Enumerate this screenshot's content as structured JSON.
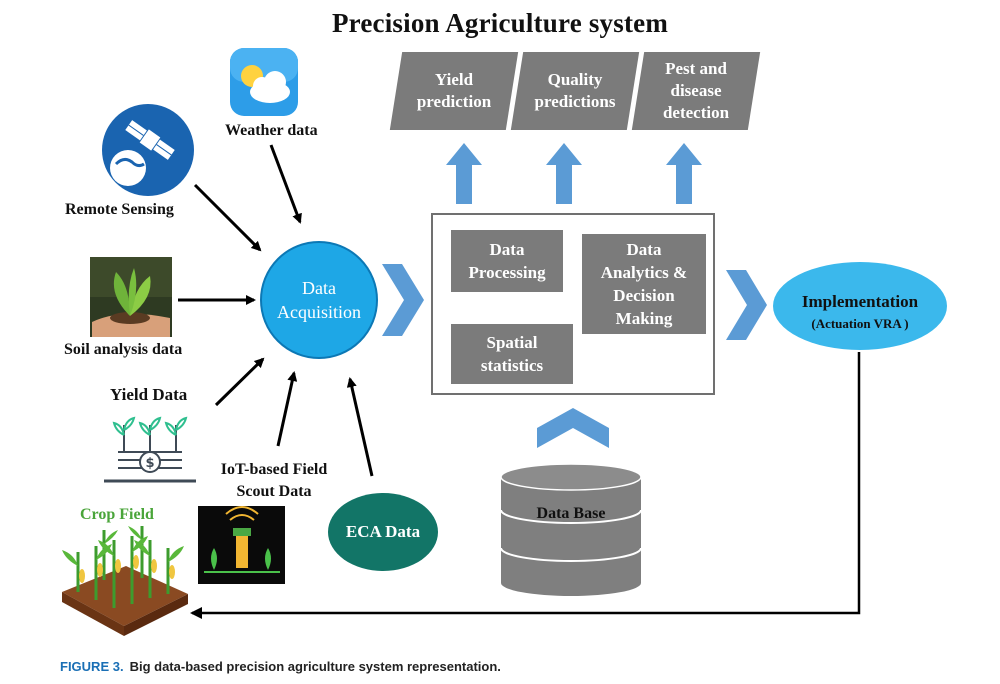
{
  "title": "Precision Agriculture system",
  "outputs": [
    {
      "label": "Yield prediction"
    },
    {
      "label": "Quality predictions"
    },
    {
      "label": "Pest and disease detection"
    }
  ],
  "sources": {
    "weather": "Weather data",
    "remote_sensing": "Remote Sensing",
    "soil": "Soil analysis data",
    "yield": "Yield Data",
    "iot": "IoT-based Field Scout Data",
    "eca": "ECA Data",
    "crop_field": "Crop Field"
  },
  "acquisition": {
    "line1": "Data",
    "line2": "Acquisition"
  },
  "processing": {
    "data_processing": "Data Processing",
    "spatial": "Spatial statistics",
    "analytics": "Data Analytics & Decision Making"
  },
  "database": "Data Base",
  "implementation": {
    "line1": "Implementation",
    "line2": "(Actuation VRA )"
  },
  "caption": {
    "figure": "FIGURE 3.",
    "text": "Big data-based precision agriculture system representation."
  },
  "colors": {
    "box_gray": "#7b7b7b",
    "acquisition_blue": "#1ea7e6",
    "implementation_blue": "#3bb8ec",
    "eca_teal": "#127567",
    "arrow_blue": "#5b9bd5",
    "caption_blue": "#1a6fb5"
  },
  "icons": [
    "sun-cloud-icon",
    "satellite-globe-icon",
    "plant-in-hands-icon",
    "yield-money-plants-icon",
    "iot-sensor-plants-icon",
    "crop-field-icon",
    "database-cylinder-icon"
  ]
}
